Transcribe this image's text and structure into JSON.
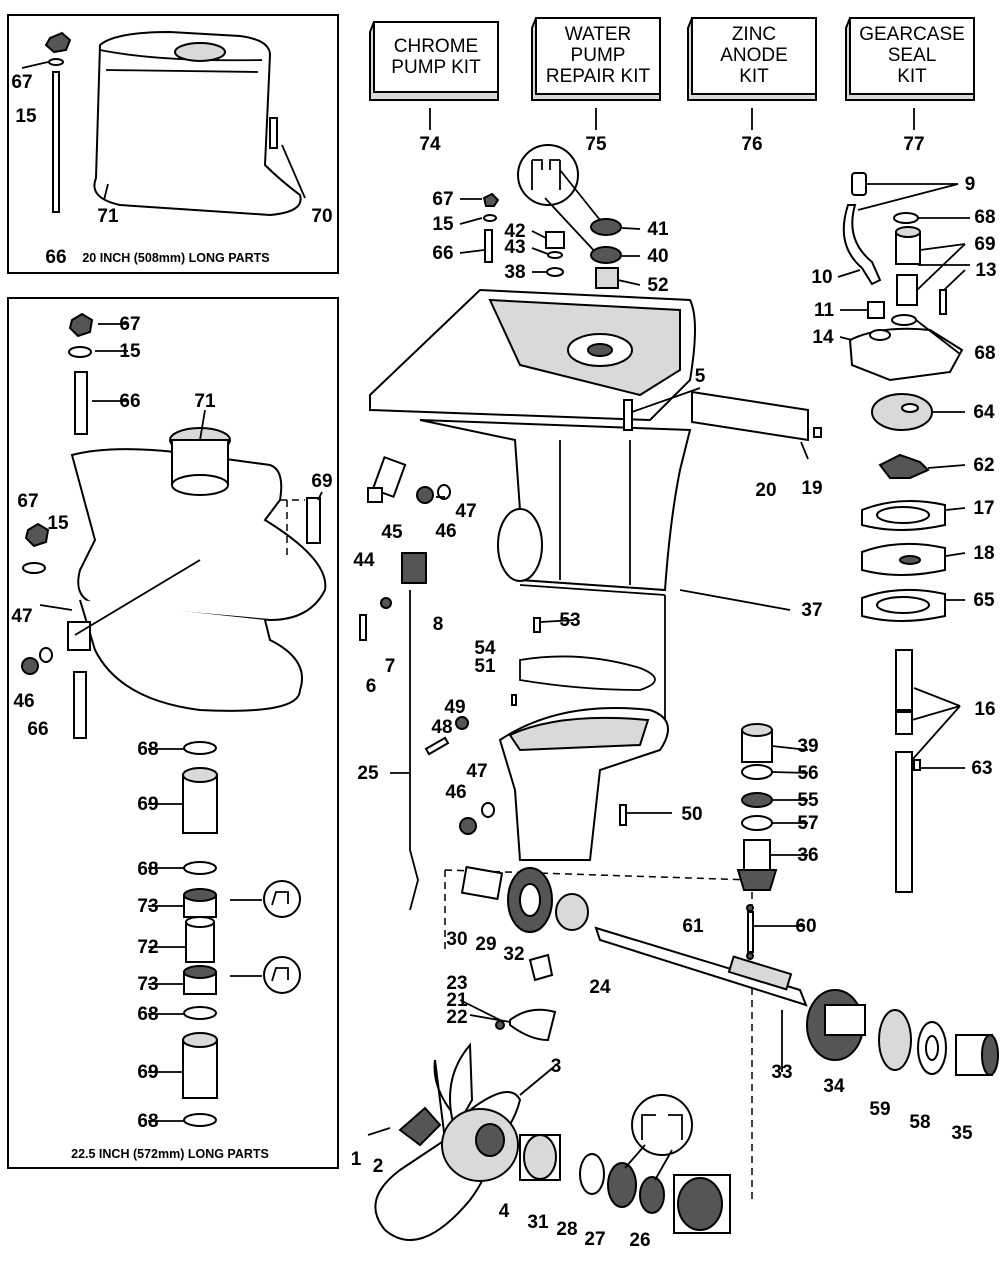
{
  "kits": [
    {
      "id": "chrome-pump-kit",
      "lines": [
        "CHROME",
        "PUMP KIT"
      ],
      "number": "74"
    },
    {
      "id": "water-pump-repair-kit",
      "lines": [
        "WATER",
        "PUMP",
        "REPAIR KIT"
      ],
      "number": "75"
    },
    {
      "id": "zinc-anode-kit",
      "lines": [
        "ZINC",
        "ANODE",
        "KIT"
      ],
      "number": "76"
    },
    {
      "id": "gearcase-seal-kit",
      "lines": [
        "GEARCASE",
        "SEAL",
        "KIT"
      ],
      "number": "77"
    }
  ],
  "panels": {
    "top_left_caption": "20 INCH (508mm) LONG PARTS",
    "bottom_left_caption": "22.5 INCH (572mm) LONG PARTS"
  },
  "callouts": {
    "tl": [
      "67",
      "15",
      "66",
      "71",
      "70"
    ],
    "bl": [
      "67",
      "15",
      "66",
      "71",
      "69",
      "67",
      "15",
      "47",
      "46",
      "66",
      "68",
      "69",
      "68",
      "73",
      "72",
      "73",
      "68",
      "69",
      "68"
    ],
    "center": [
      "67",
      "15",
      "66",
      "42",
      "43",
      "38",
      "41",
      "40",
      "52",
      "5",
      "20",
      "19",
      "44",
      "45",
      "46",
      "47",
      "8",
      "6",
      "7",
      "53",
      "37",
      "54",
      "51",
      "49",
      "48",
      "47",
      "46",
      "25",
      "50",
      "39",
      "56",
      "55",
      "57",
      "36",
      "30",
      "29",
      "32",
      "61",
      "60",
      "24",
      "23",
      "21",
      "22",
      "33",
      "34",
      "59",
      "58",
      "35",
      "3",
      "1",
      "2",
      "4",
      "31",
      "28",
      "27",
      "26"
    ],
    "right": [
      "9",
      "68",
      "69",
      "10",
      "13",
      "11",
      "14",
      "68",
      "64",
      "62",
      "17",
      "18",
      "65",
      "16",
      "63"
    ]
  }
}
